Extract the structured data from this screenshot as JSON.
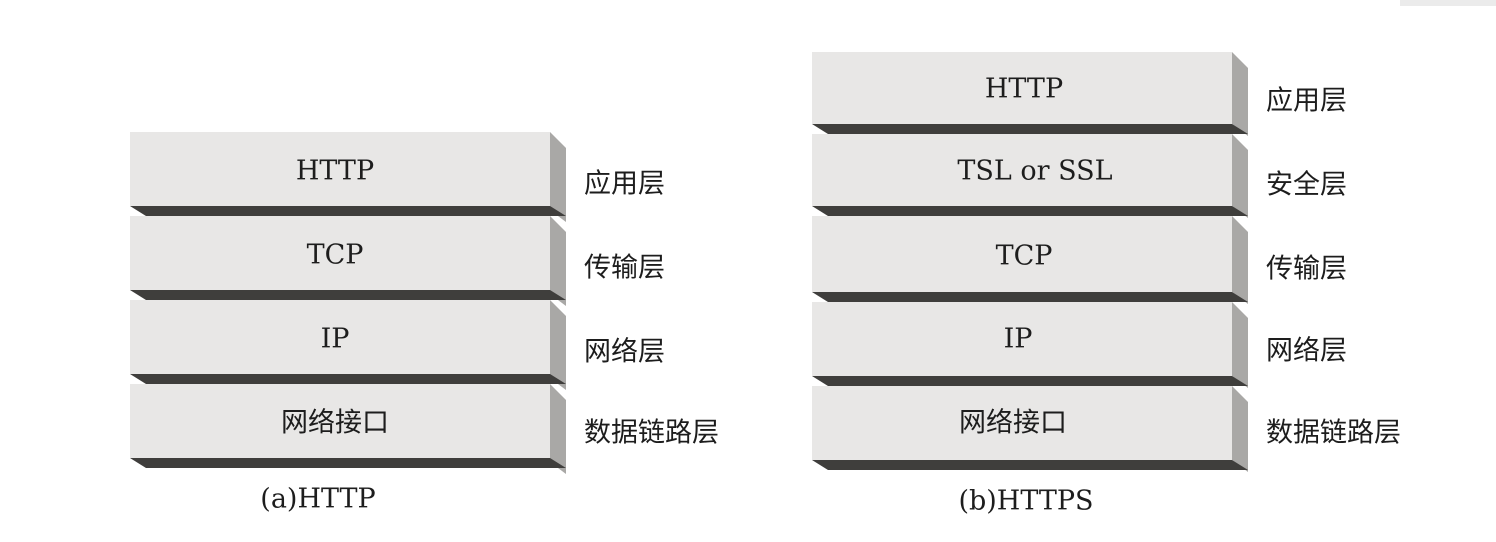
{
  "stacks": [
    {
      "caption": "(a)HTTP",
      "layers": [
        {
          "protocol": "HTTP",
          "layer": "应用层"
        },
        {
          "protocol": "TCP",
          "layer": "传输层"
        },
        {
          "protocol": "IP",
          "layer": "网络层"
        },
        {
          "protocol": "网络接口",
          "layer": "数据链路层"
        }
      ]
    },
    {
      "caption": "(b)HTTPS",
      "layers": [
        {
          "protocol": "HTTP",
          "layer": "应用层"
        },
        {
          "protocol": "TSL or SSL",
          "layer": "安全层"
        },
        {
          "protocol": "TCP",
          "layer": "传输层"
        },
        {
          "protocol": "IP",
          "layer": "网络层"
        },
        {
          "protocol": "网络接口",
          "layer": "数据链路层"
        }
      ]
    }
  ]
}
